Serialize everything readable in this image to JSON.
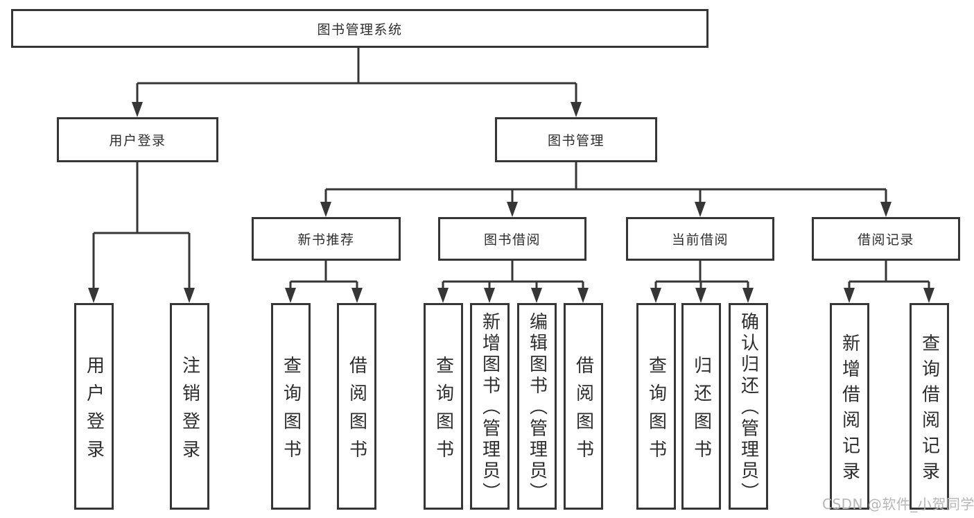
{
  "diagram": {
    "title": "图书管理系统",
    "colors": {
      "line": "#363636",
      "border": "#363636",
      "text": "#2d2d2d",
      "watermark": "#b6b6b6",
      "background": "#ffffff"
    },
    "nodes": {
      "root": "图书管理系统",
      "user_login": "用户登录",
      "book_management": "图书管理",
      "new_book_recommend": "新书推荐",
      "book_borrowing": "图书借阅",
      "current_borrowing": "当前借阅",
      "borrowing_records": "借阅记录"
    },
    "leaves": {
      "user_login": "用户登录",
      "logout": "注销登录",
      "nb_query_books": "查询图书",
      "nb_borrow_books": "借阅图书",
      "bb_query_books": "查询图书",
      "bb_add_book_admin": "新增图书（管理员）",
      "bb_edit_book_admin": "编辑图书（管理员）",
      "bb_borrow_books": "借阅图书",
      "cb_query_books": "查询图书",
      "cb_return_books": "归还图书",
      "cb_confirm_return_admin": "确认归还（管理员）",
      "br_add_record": "新增借阅记录",
      "br_query_record": "查询借阅记录"
    },
    "watermark": "CSDN @软件_小贺同学"
  }
}
